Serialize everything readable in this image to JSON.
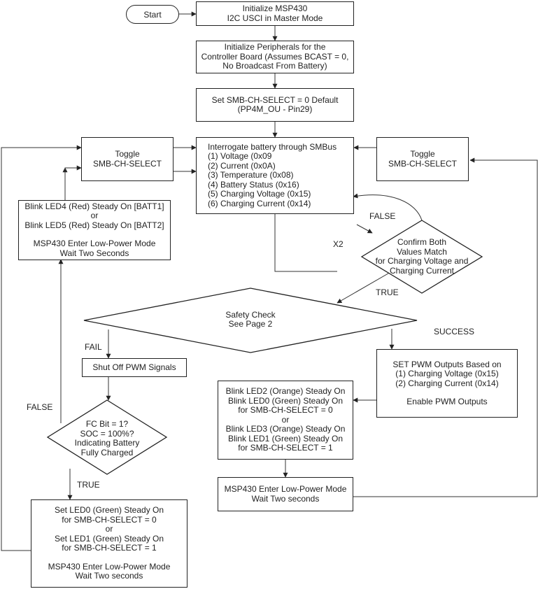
{
  "start": "Start",
  "boxes": {
    "init_msp": [
      "Initialize MSP430",
      "I2C USCI in Master Mode"
    ],
    "init_periph": [
      "Initialize Peripherals for the",
      "Controller Board (Assumes BCAST = 0,",
      "No Broadcast From Battery)"
    ],
    "set_select": [
      "Set SMB-CH-SELECT = 0 Default",
      "(PP4M_OU - Pin29)"
    ],
    "toggle_left": [
      "Toggle",
      "SMB-CH-SELECT"
    ],
    "toggle_right": [
      "Toggle",
      "SMB-CH-SELECT"
    ],
    "interrogate": [
      "Interrogate battery through SMBus",
      "(1) Voltage (0x09",
      "(2) Current (0x0A)",
      "(3) Temperature (0x08)",
      "(4) Battery Status (0x16)",
      "(5) Charging Voltage (0x15)",
      "(6) Charging Current (0x14)"
    ],
    "blink_red": [
      "Blink LED4 (Red) Steady On [BATT1]",
      "or",
      "Blink LED5 (Red) Steady On [BATT2]",
      "",
      "MSP430 Enter Low-Power Mode",
      "Wait Two Seconds"
    ],
    "shut_off": [
      "Shut Off PWM Signals"
    ],
    "set_pwm": [
      "SET PWM Outputs Based on",
      "(1) Charging Voltage (0x15)",
      "(2) Charging Current (0x14)",
      "",
      "Enable PWM Outputs"
    ],
    "blink_orange": [
      "Blink LED2 (Orange) Steady On",
      "Blink LED0 (Green) Steady On",
      "for SMB-CH-SELECT = 0",
      "or",
      "Blink LED3 (Orange) Steady On",
      "Blink LED1 (Green) Steady On",
      "for SMB-CH-SELECT = 1"
    ],
    "low_power_right": [
      "MSP430 Enter Low-Power Mode",
      "Wait Two seconds"
    ],
    "set_led_green": [
      "Set LED0 (Green) Steady On",
      "for SMB-CH-SELECT = 0",
      "or",
      "Set LED1 (Green) Steady On",
      "for SMB-CH-SELECT = 1",
      "",
      "MSP430 Enter Low-Power Mode",
      "Wait Two seconds"
    ]
  },
  "decisions": {
    "confirm": [
      "Confirm Both",
      "Values Match",
      "for Charging Voltage and",
      "Charging Current"
    ],
    "safety": [
      "Safety Check",
      "See Page 2"
    ],
    "fc_bit": [
      "FC Bit = 1?",
      "SOC = 100%?",
      "Indicating Battery",
      "Fully Charged"
    ]
  },
  "labels": {
    "false_confirm": "FALSE",
    "x2": "X2",
    "true_confirm": "TRUE",
    "success": "SUCCESS",
    "fail": "FAIL",
    "false_fc": "FALSE",
    "true_fc": "TRUE"
  }
}
